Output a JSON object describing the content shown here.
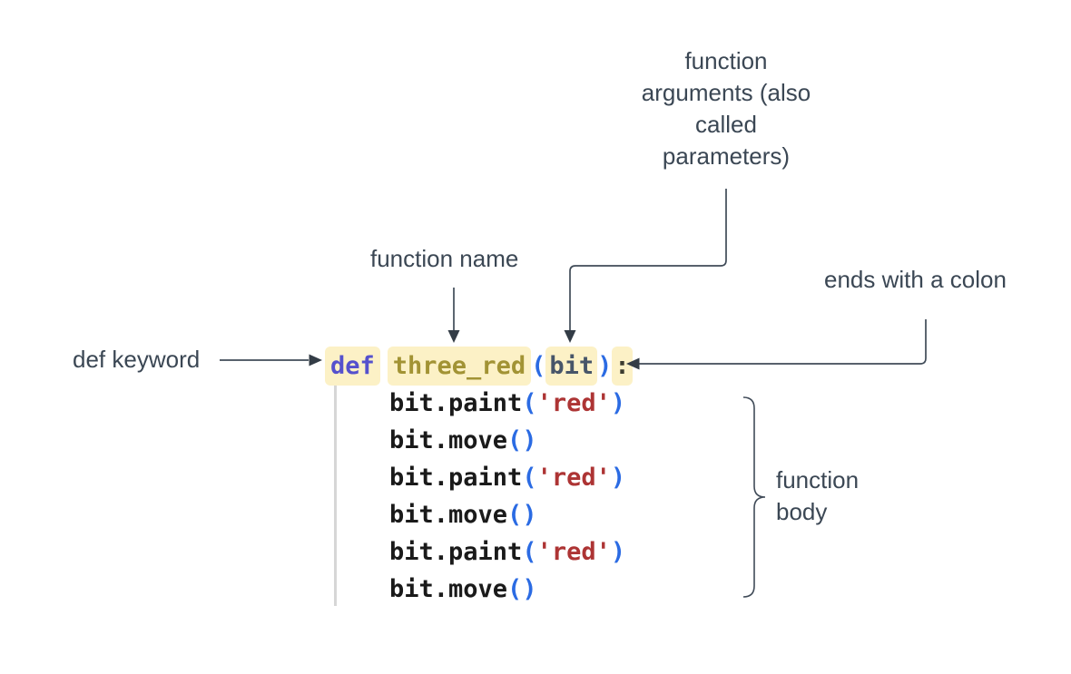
{
  "annotations": {
    "arguments": {
      "lines": [
        "function",
        "arguments (also",
        "called",
        "parameters)"
      ]
    },
    "function_name": {
      "text": "function name"
    },
    "colon": {
      "text": "ends with a colon"
    },
    "def_keyword": {
      "text": "def keyword"
    },
    "body": {
      "lines": [
        "function",
        "body"
      ]
    }
  },
  "code": {
    "def_line": {
      "keyword": "def",
      "name": "three_red",
      "open_paren": "(",
      "param": "bit",
      "close_paren": ")",
      "colon": ":"
    },
    "body_lines": [
      {
        "fn": "bit.paint",
        "open": "(",
        "arg": "'red'",
        "close": ")"
      },
      {
        "fn": "bit.move",
        "open": "(",
        "arg": "",
        "close": ")"
      },
      {
        "fn": "bit.paint",
        "open": "(",
        "arg": "'red'",
        "close": ")"
      },
      {
        "fn": "bit.move",
        "open": "(",
        "arg": "",
        "close": ")"
      },
      {
        "fn": "bit.paint",
        "open": "(",
        "arg": "'red'",
        "close": ")"
      },
      {
        "fn": "bit.move",
        "open": "(",
        "arg": "",
        "close": ")"
      }
    ]
  },
  "colors": {
    "keyword": "#5551cd",
    "function_name": "#a29334",
    "paren": "#2b6be3",
    "param": "#475569",
    "colon": "#3b3b2f",
    "code_text": "#1a1a1a",
    "string": "#ad3434",
    "highlight": "#fcf1c6",
    "annotation": "#3b4754",
    "arrow": "#404b58",
    "indent_guide": "#d6d6d6"
  }
}
